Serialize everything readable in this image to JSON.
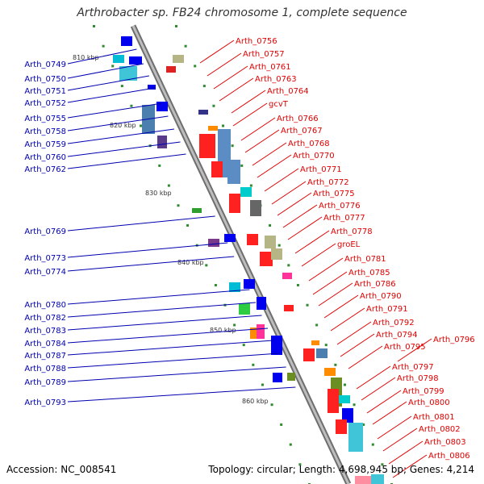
{
  "title": "Arthrobacter sp. FB24 chromosome 1, complete sequence",
  "accession": "Accession: NC_008541",
  "summary": "Topology: circular; Length: 4,698,945 bp; Genes: 4,214",
  "kbp_markers": [
    "810 kbp",
    "820 kbp",
    "830 kbp",
    "840 kbp",
    "850 kbp",
    "860 kbp"
  ],
  "left_labels": [
    "Arth_0749",
    "Arth_0750",
    "Arth_0751",
    "Arth_0752",
    "Arth_0755",
    "Arth_0758",
    "Arth_0759",
    "Arth_0760",
    "Arth_0762",
    "Arth_0769",
    "Arth_0773",
    "Arth_0774",
    "Arth_0780",
    "Arth_0782",
    "Arth_0783",
    "Arth_0784",
    "Arth_0787",
    "Arth_0788",
    "Arth_0789",
    "Arth_0793"
  ],
  "right_labels": [
    "Arth_0756",
    "Arth_0757",
    "Arth_0761",
    "Arth_0763",
    "Arth_0764",
    "gcvT",
    "Arth_0766",
    "Arth_0767",
    "Arth_0768",
    "Arth_0770",
    "Arth_0771",
    "Arth_0772",
    "Arth_0775",
    "Arth_0776",
    "Arth_0777",
    "Arth_0778",
    "groEL",
    "Arth_0781",
    "Arth_0785",
    "Arth_0786",
    "Arth_0790",
    "Arth_0791",
    "Arth_0792",
    "Arth_0794",
    "Arth_0795",
    "Arth_0796",
    "Arth_0797",
    "Arth_0798",
    "Arth_0799",
    "Arth_0800",
    "Arth_0801",
    "Arth_0802",
    "Arth_0803",
    "Arth_0806"
  ],
  "colors": {
    "left_label": "#0000b0",
    "right_label": "#e00000",
    "backbone": "#8c8c8c",
    "tick": "#2e8b2e"
  }
}
